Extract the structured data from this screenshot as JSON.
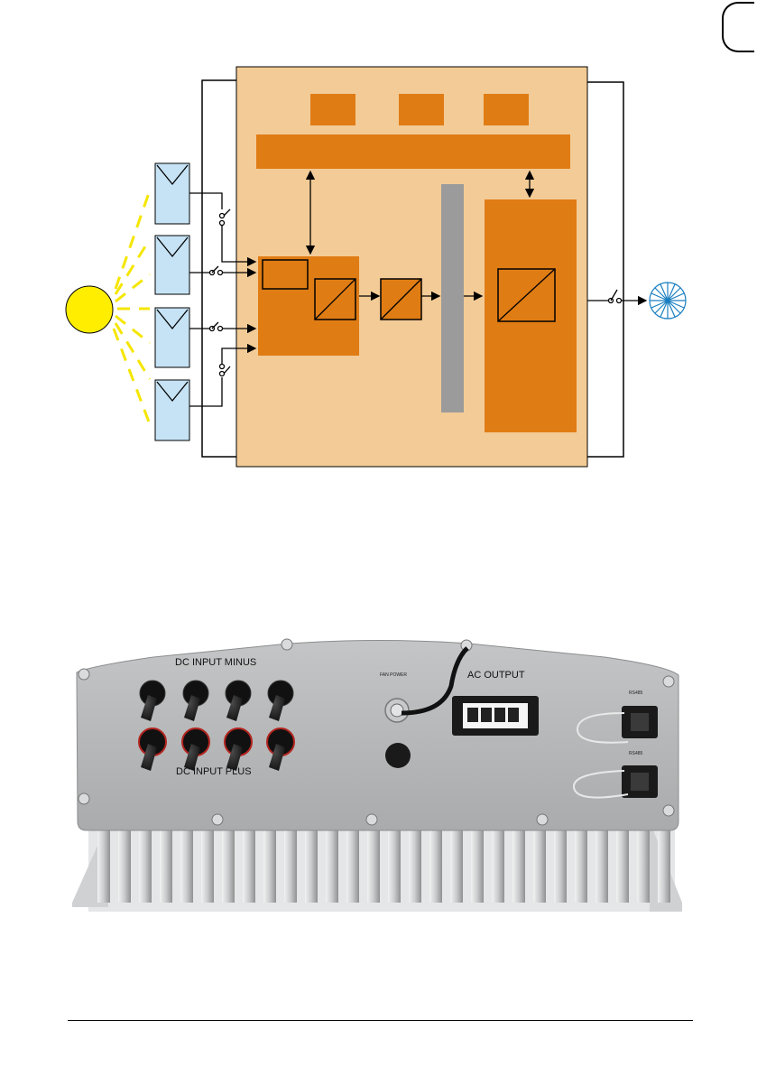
{
  "page": {
    "tab_glyph_color": "#000000"
  },
  "diagram": {
    "colors": {
      "inverter_body": "#f3cb96",
      "block": "#e07c14",
      "bus_bar": "#9b9b9b",
      "pv_panel": "#c6e3f5",
      "sun": "#ffee00",
      "sun_ray": "#f5e600",
      "grid_symbol": "#1a7fc0"
    },
    "icons": [
      "sun-icon",
      "pv-panel-icon",
      "switch-icon",
      "dc-dc-converter-icon",
      "dc-ac-inverter-icon",
      "grid-icon"
    ]
  },
  "photo": {
    "labels": {
      "dc_minus": "DC INPUT MINUS",
      "dc_plus": "DC INPUT PLUS",
      "fan_power": "FAN POWER",
      "ac_output": "AC OUTPUT",
      "rs485_top": "RS485",
      "rs485_bottom": "RS485"
    },
    "colors": {
      "housing": "#b4b6b7",
      "connector": "#1c1c1c",
      "connector_ring_plus": "#b3241f",
      "heatsink": "#d7d9da"
    }
  }
}
